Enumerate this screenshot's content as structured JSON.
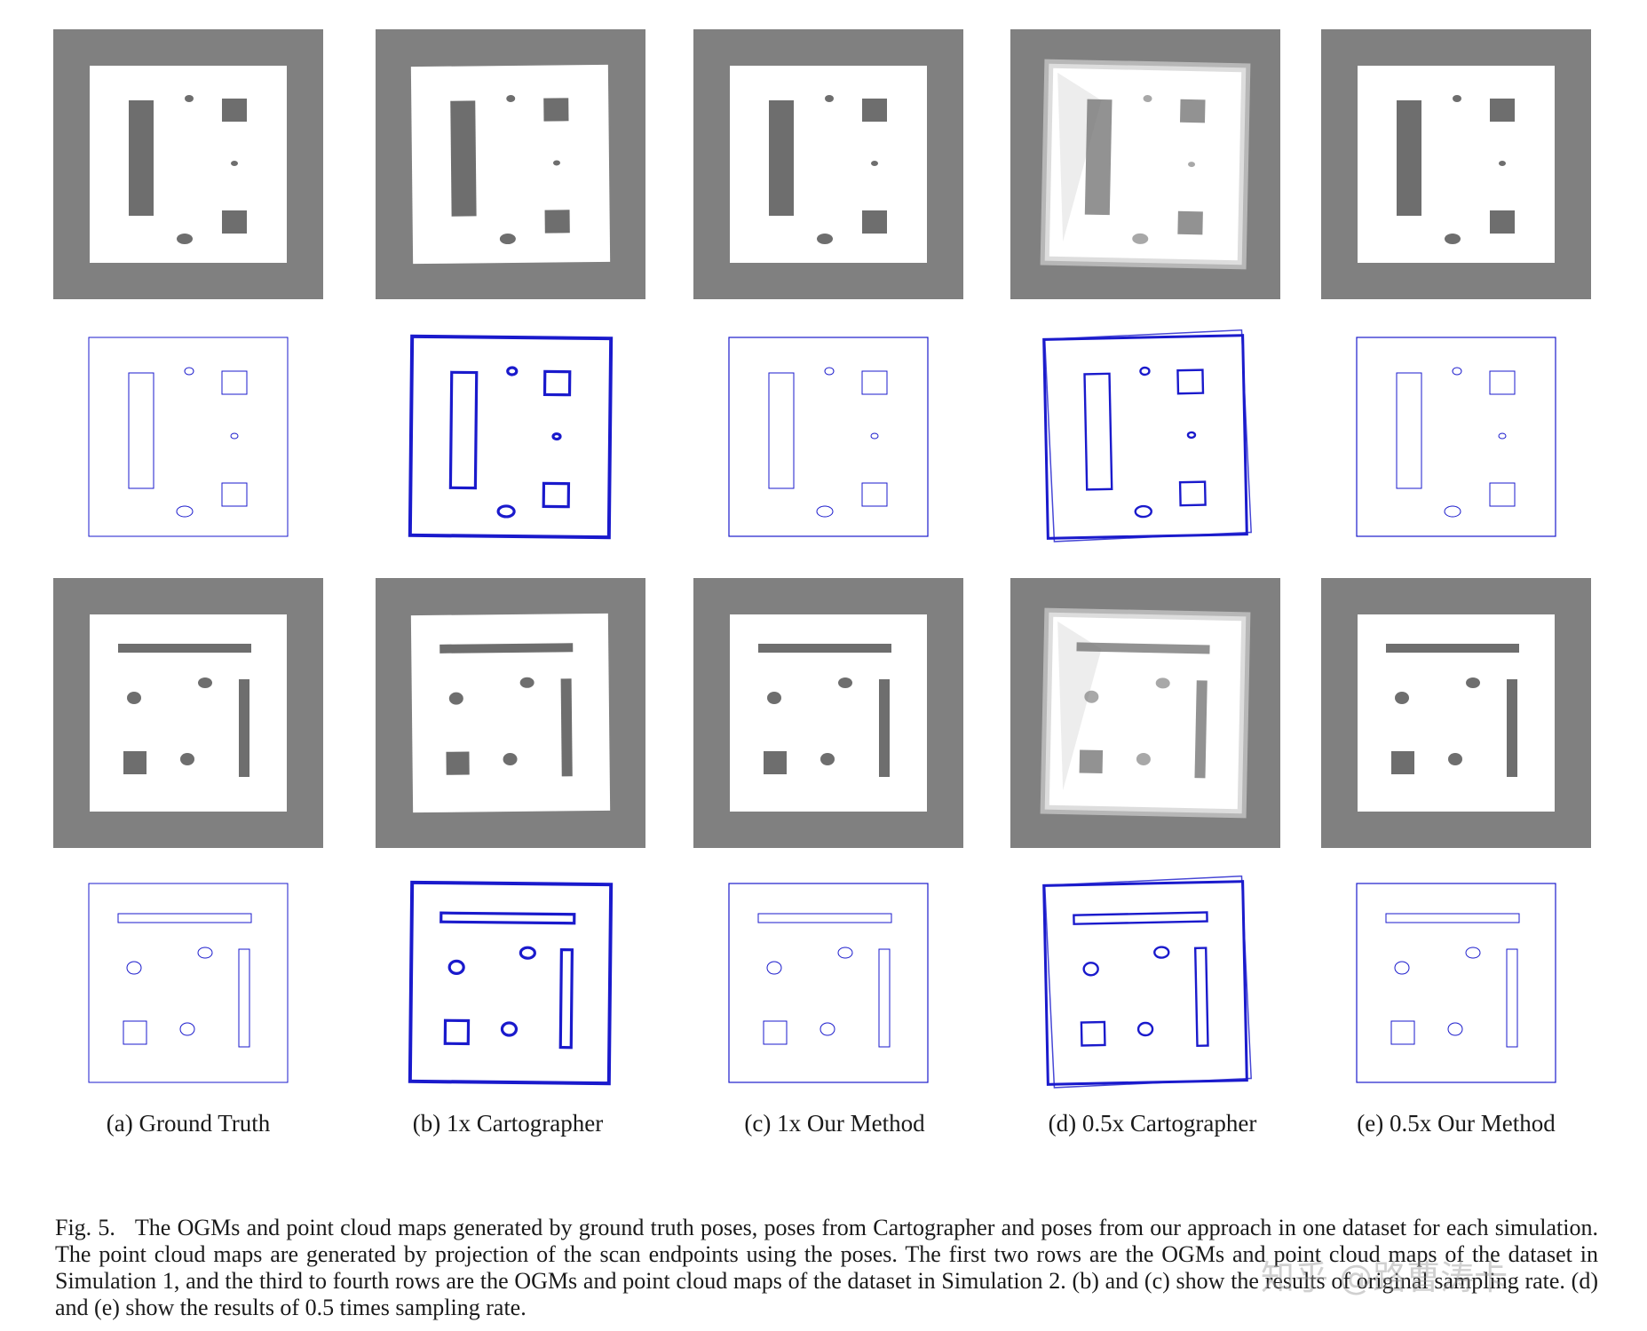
{
  "figure": {
    "subfigure_labels": [
      "(a) Ground Truth",
      "(b) 1x Cartographer",
      "(c) 1x Our Method",
      "(d) 0.5x Cartographer",
      "(e) 0.5x Our Method"
    ],
    "caption_prefix": "Fig. 5.",
    "caption_body": "The OGMs and point cloud maps generated by ground truth poses, poses from Cartographer and poses from our approach in one dataset for each simulation. The point cloud maps are generated by projection of the scan endpoints using the poses. The first two rows are the OGMs and point cloud maps of the dataset in Simulation 1, and the third to fourth rows are the OGMs and point cloud maps of the dataset in Simulation 2. (b) and (c) show the results of original sampling rate. (d) and (e) show the results of 0.5 times sampling rate.",
    "watermark": "知乎 @路曹涛卡",
    "colors": {
      "ogm_background": "#808080",
      "ogm_free": "#ffffff",
      "ogm_obstacle": "#6e6e6e",
      "pointcloud_line": "#1a1acc"
    }
  }
}
